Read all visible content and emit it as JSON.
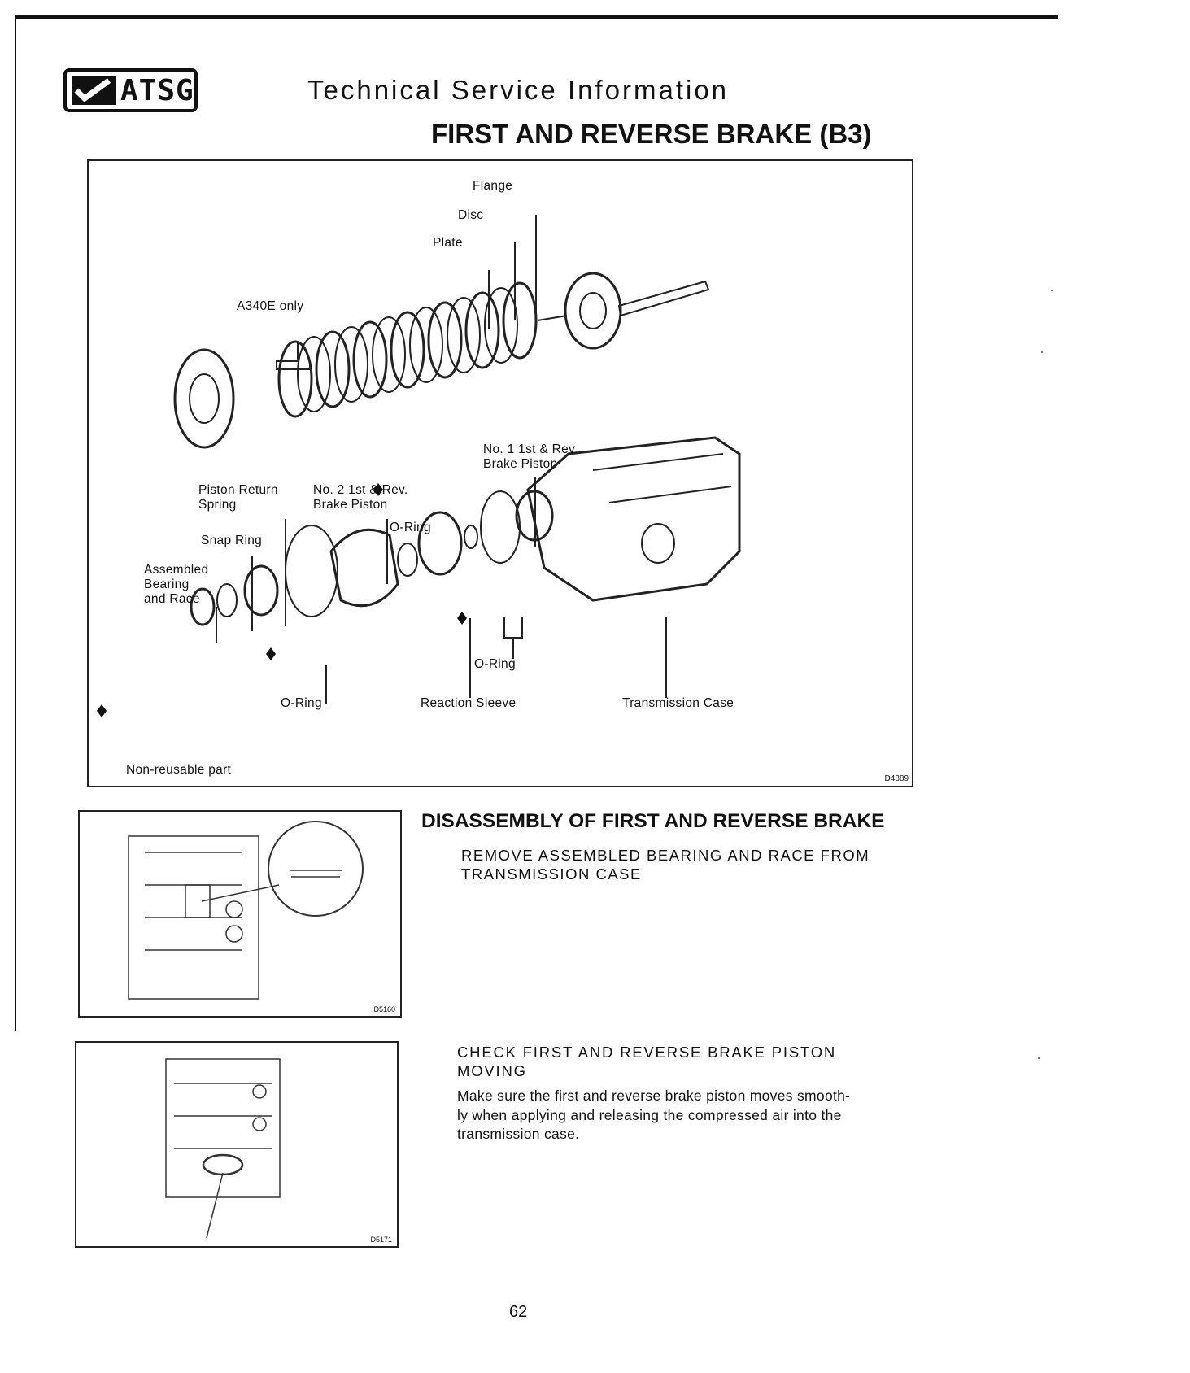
{
  "header": {
    "logo_text": "ATSG",
    "title": "Technical Service Information"
  },
  "section_title": "FIRST AND REVERSE BRAKE (B3)",
  "diagram": {
    "labels": {
      "flange": "Flange",
      "disc": "Disc",
      "plate": "Plate",
      "a340e_only": "A340E only",
      "no1_piston": "No. 1 1st & Rev.\nBrake Piston",
      "piston_return_spring": "Piston Return\nSpring",
      "no2_piston": "No. 2 1st & Rev.\nBrake Piston",
      "o_ring_upper": "O-Ring",
      "snap_ring": "Snap Ring",
      "assembled_bearing": "Assembled\nBearing\nand Race",
      "o_ring_middle": "O-Ring",
      "o_ring_lower": "O-Ring",
      "reaction_sleeve": "Reaction Sleeve",
      "transmission_case": "Transmission Case"
    },
    "legend": "Non-reusable part",
    "code": "D4889"
  },
  "photos": [
    {
      "code": "D5160"
    },
    {
      "code": "D5171"
    }
  ],
  "disassembly": {
    "title": "DISASSEMBLY OF FIRST AND REVERSE BRAKE",
    "step1": "REMOVE ASSEMBLED BEARING AND RACE FROM\nTRANSMISSION CASE",
    "step2_title": "CHECK FIRST AND REVERSE BRAKE PISTON\nMOVING",
    "step2_body": "Make sure the first and reverse brake piston moves smooth-\nly when applying and releasing the compressed air into the\ntransmission case."
  },
  "page_number": "62"
}
